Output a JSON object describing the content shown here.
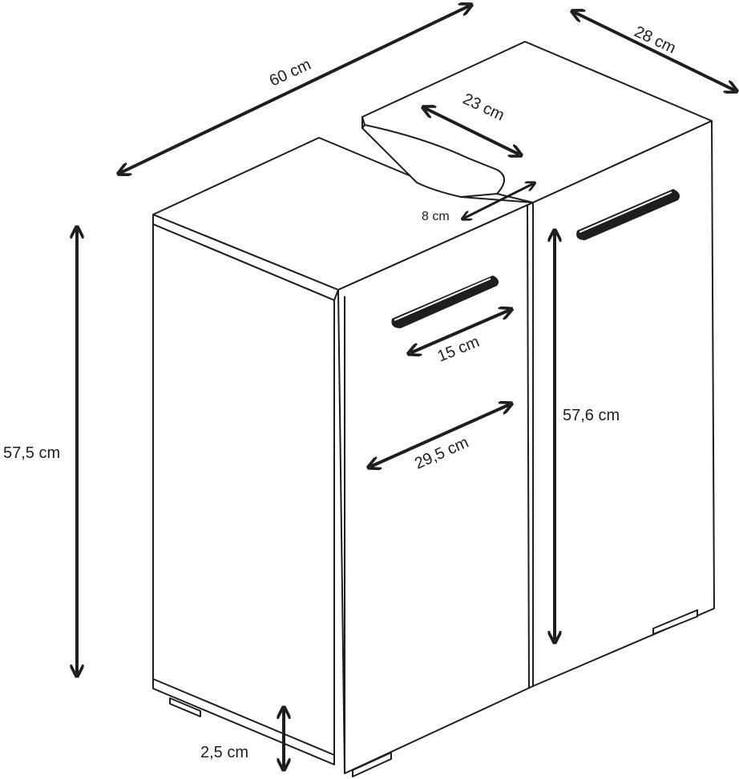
{
  "dimensions": {
    "width_top": "60 cm",
    "depth_top": "28 cm",
    "cutout_depth": "23 cm",
    "cutout_width": "8 cm",
    "height_left": "57,5 cm",
    "height_door": "57,6 cm",
    "handle_width": "15 cm",
    "door_width": "29,5 cm",
    "foot_height": "2,5 cm"
  },
  "colors": {
    "line": "#1e1e1e",
    "fill": "#ffffff",
    "handle": "#1e1e1e"
  }
}
